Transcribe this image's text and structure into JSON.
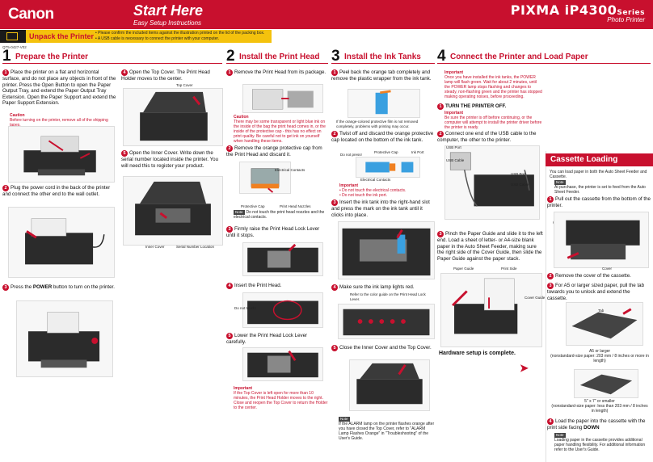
{
  "header": {
    "brand": "Canon",
    "title": "Start Here",
    "subtitle": "Easy Setup Instructions",
    "model": "PIXMA iP4300",
    "model_series": "Series",
    "model_sub": "Photo Printer"
  },
  "unpack": {
    "label": "Unpack the Printer",
    "note1": "• Please confirm the included items against the illustration printed on the lid of the packing box.",
    "note2": "• A USB cable is necessary to connect the printer with your computer."
  },
  "code": "QT5-0427-V02",
  "sections": [
    {
      "num": "1",
      "title": "Prepare the Printer"
    },
    {
      "num": "2",
      "title": "Install the Print Head"
    },
    {
      "num": "3",
      "title": "Install the Ink Tanks"
    },
    {
      "num": "4",
      "title": "Connect the Printer and Load Paper"
    }
  ],
  "s1": {
    "step1": "Place the printer on a flat and horizontal surface, and do not place any objects in front of the printer. Press the Open Button to open the Paper Output Tray, and extend the Paper Output Tray Extension. Open the Paper Support and extend the Paper Support Extension.",
    "caution_title": "Caution",
    "caution_text": "Before turning on the printer, remove all of the shipping tapes.",
    "step2": "Plug the power cord in the back of the printer and connect the other end to the wall outlet.",
    "step3_a": "Press the ",
    "step3_b": "POWER",
    "step3_c": " button to turn on the printer.",
    "step4": "Open the Top Cover. The Print Head Holder moves to the center.",
    "top_cover": "Top Cover",
    "step5": "Open the Inner Cover. Write down the serial number located inside the printer. You will need this to register your product.",
    "inner_cover": "Inner Cover",
    "serial_loc": "Serial Number Location"
  },
  "s2": {
    "step1": "Remove the Print Head from its package.",
    "caution_title": "Caution",
    "caution_text": "There may be some transparent or light blue ink on the inside of the bag the print head comes in, or the inside of the protective cap - this has no effect on print quality. Be careful not to get ink on yourself when handling these items.",
    "step2": "Remove the orange protective cap from the Print Head and discard it.",
    "electrical": "Electrical Contacts",
    "protective_cap": "Protective Cap",
    "nozzles": "Print Head Nozzles",
    "note_tag": "Note",
    "note_text": "Do not touch the print head nozzles and the electrical contacts.",
    "step3": "Firmly raise the Print Head Lock Lever until it stops.",
    "step4": "Insert the Print Head.",
    "do_not_touch": "Do not touch!",
    "step5": "Lower the Print Head Lock Lever carefully.",
    "important_title": "Important",
    "important_text": "If the Top Cover is left open for more than 10 minutes, the Print Head Holder moves to the right. Close and reopen the Top Cover to return the Holder to the center."
  },
  "s3": {
    "step1": "Peel back the orange tab completely and remove the plastic wrapper from the ink tank.",
    "film_note": "If the orange-colored protective film is not removed completely, problems with printing may occur.",
    "step2": "Twist off and discard the orange protective cap located on the bottom of the ink tank.",
    "do_not_press": "Do not press!",
    "protective_cap": "Protective Cap",
    "ink_port": "Ink Port",
    "electrical": "Electrical Contacts",
    "important_title": "Important",
    "imp1": "• Do not touch the electrical contacts.",
    "imp2": "• Do not touch the ink port.",
    "step3": "Insert the ink tank into the right-hand slot and press the mark on the ink tank until it clicks into place.",
    "step4": "Make sure the ink lamp lights red.",
    "refer": "Refer to the color guide on the Print Head Lock Lever.",
    "step5": "Close the Inner Cover and the Top Cover.",
    "note_tag": "Note",
    "note_text": "If the ALARM lamp on the printer flashes orange after you have closed the Top Cover, refer to \"ALARM Lamp Flashes Orange\" in \"Troubleshooting\" of the User's Guide."
  },
  "s4": {
    "important_title": "Important",
    "important_text": "Once you have installed the ink tanks, the POWER lamp will flash green. Wait for about 2 minutes, until the POWER lamp stops flashing and changes to steady, non-flashing green and the printer has stopped making operating noises, before proceeding.",
    "step1": "TURN THE PRINTER OFF.",
    "imp2_title": "Important",
    "imp2_text": "Be sure the printer is off before continuing, or the computer will attempt to install the printer driver before the printer is ready.",
    "step2": "Connect one end of the USB cable to the computer, the other to the printer.",
    "usb_port": "USB Port",
    "usb_cable": "USB Cable",
    "step3": "Pinch the Paper Guide and slide it to the left end. Load a sheet of letter- or A4-size blank paper in the Auto Sheet Feeder, making sure the right side of the Cover Guide, then slide the Paper Guide against the paper stack.",
    "paper_guide": "Paper Guide",
    "print_side": "Print Side",
    "cover_guide": "Cover Guide",
    "hardware_done": "Hardware setup is complete."
  },
  "cassette": {
    "title": "Cassette Loading",
    "intro": "You can load paper in both the Auto Sheet Feeder and Cassette.",
    "note_tag": "Note",
    "note_text": "At purchase, the printer is set to feed from the Auto Sheet Feeder.",
    "step1": "Pull out the cassette from the bottom of the printer.",
    "cassette_lbl": "Cassette",
    "cover_lbl": "Cover",
    "step2": "Remove the cover of the cassette.",
    "step3": "For A5 or larger sized paper, pull the tab towards you to unlock and extend the cassette.",
    "tab_lbl": "Tab",
    "a5": "A5 or larger",
    "a5_desc": "(nonstandard-size paper: 203 mm / 8 inches or more in length)",
    "small": "5\" x 7\" or smaller",
    "small_desc": "(nonstandard-size paper: less than 203 mm / 8 inches in length)",
    "step4_a": "Load the paper into the cassette with the print side facing ",
    "step4_b": "DOWN",
    "note2_tag": "Note",
    "note2_text": "Loading paper in the cassette provides additional paper handling flexibility. For additional information refer to the User's Guide."
  },
  "colors": {
    "brand_red": "#c8102e",
    "unpack_yellow": "#f4c20d"
  }
}
